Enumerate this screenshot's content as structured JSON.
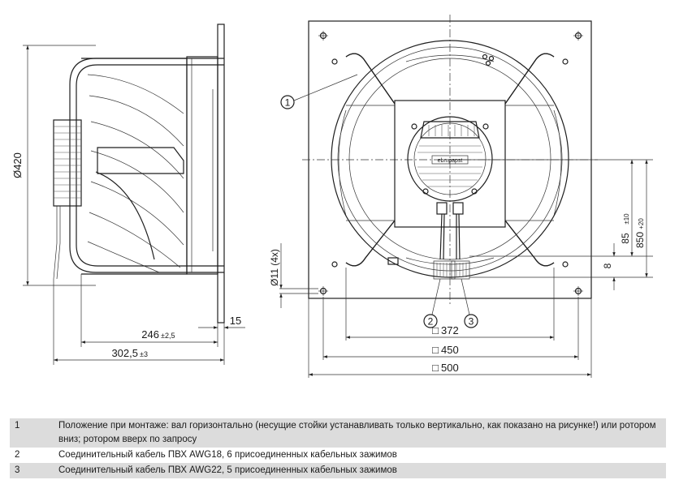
{
  "dimensions": {
    "diameter": "Ø420",
    "depth_inner": "246",
    "depth_inner_tol": "±2,5",
    "depth_total": "302,5",
    "depth_total_tol": "±3",
    "plate_thickness": "15",
    "holes": "Ø11 (4x)",
    "square_372": "372",
    "square_450": "450",
    "square_500": "500",
    "cable_offset": "85",
    "cable_offset_tol": "±10",
    "cable_length": "850",
    "cable_length_tol": "+20",
    "cable_strip": "8",
    "square_symbol": "□"
  },
  "callouts": [
    "1",
    "2",
    "3"
  ],
  "brand_mark": "ebmpapst",
  "legend": [
    {
      "num": "1",
      "text": "Положение при монтаже: вал горизонтально (несущие стойки устанавливать только вертикально, как показано на рисунке!) или ротором вниз; ротором вверх по запросу"
    },
    {
      "num": "2",
      "text": "Соединительный кабель ПВХ AWG18, 6 присоединенных кабельных зажимов"
    },
    {
      "num": "3",
      "text": "Соединительный кабель ПВХ AWG22, 5 присоединенных кабельных зажимов"
    }
  ]
}
